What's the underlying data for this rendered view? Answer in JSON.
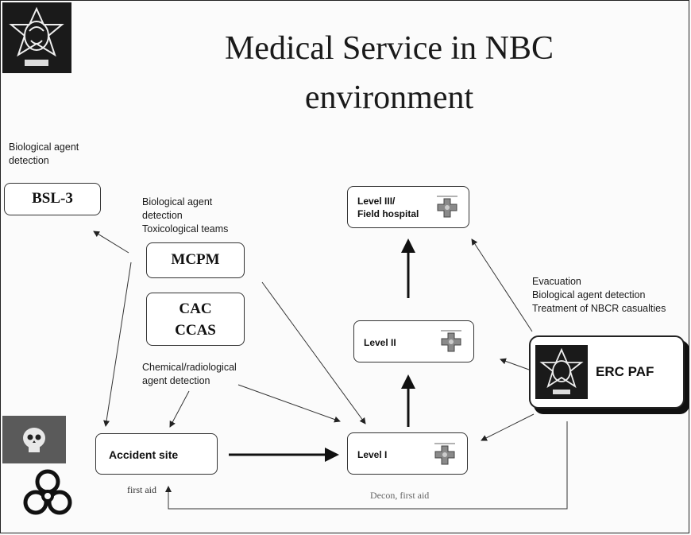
{
  "title_line1": "Medical Service in NBC",
  "title_line2": "environment",
  "labels": {
    "bsl_caption_1": "Biological agent",
    "bsl_caption_2": "detection",
    "mcpm_caption_1": "Biological agent",
    "mcpm_caption_2": "detection",
    "mcpm_caption_3": "Toxicological teams",
    "chem_caption_1": "Chemical/radiological",
    "chem_caption_2": "agent detection",
    "erc_caption_1": "Evacuation",
    "erc_caption_2": "Biological agent detection",
    "erc_caption_3": "Treatment of NBCR casualties",
    "first_aid": "first aid",
    "decon": "Decon, first aid"
  },
  "boxes": {
    "bsl3": "BSL-3",
    "mcpm": "MCPM",
    "cac": "CAC",
    "ccas": "CCAS",
    "level3_1": "Level III/",
    "level3_2": "Field hospital",
    "level2": "Level II",
    "level1": "Level I",
    "accident": "Accident site",
    "erc": "ERC PAF"
  },
  "icons": {
    "top_left": "military-medical-emblem-icon",
    "erc": "military-medical-emblem-icon",
    "skull": "skull-icon",
    "biohazard": "biohazard-icon",
    "cross": "medical-cross-icon"
  }
}
